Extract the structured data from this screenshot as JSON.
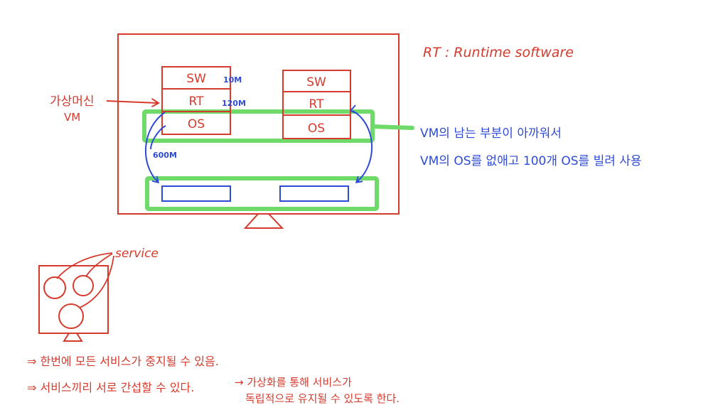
{
  "colors": {
    "red": "#d63a2c",
    "blue": "#2e4bd6",
    "green": "#6fd96a",
    "background": "#ffffff"
  },
  "monitor": {
    "vm1_stack": [
      "SW",
      "RT",
      "OS"
    ],
    "vm2_stack": [
      "SW",
      "RT",
      "OS"
    ],
    "sizes": {
      "sw": "10M",
      "rt": "120M",
      "os": "600M"
    }
  },
  "labels": {
    "vm_korean": "가상머신",
    "vm": "VM",
    "rt_definition": "RT : Runtime software",
    "note_line1": "VM의 남는 부분이 아까워서",
    "note_line2": "VM의 OS를 없애고 100개 OS를 빌려 사용",
    "service": "service"
  },
  "notes": {
    "line1": "⇒ 한번에 모든 서비스가 중지될 수 있음.",
    "line2": "⇒ 서비스끼리 서로 간섭할 수 있다.",
    "line3": "→ 가상화를 통해 서비스가",
    "line4": "독립적으로 유지될 수 있도록 한다."
  }
}
